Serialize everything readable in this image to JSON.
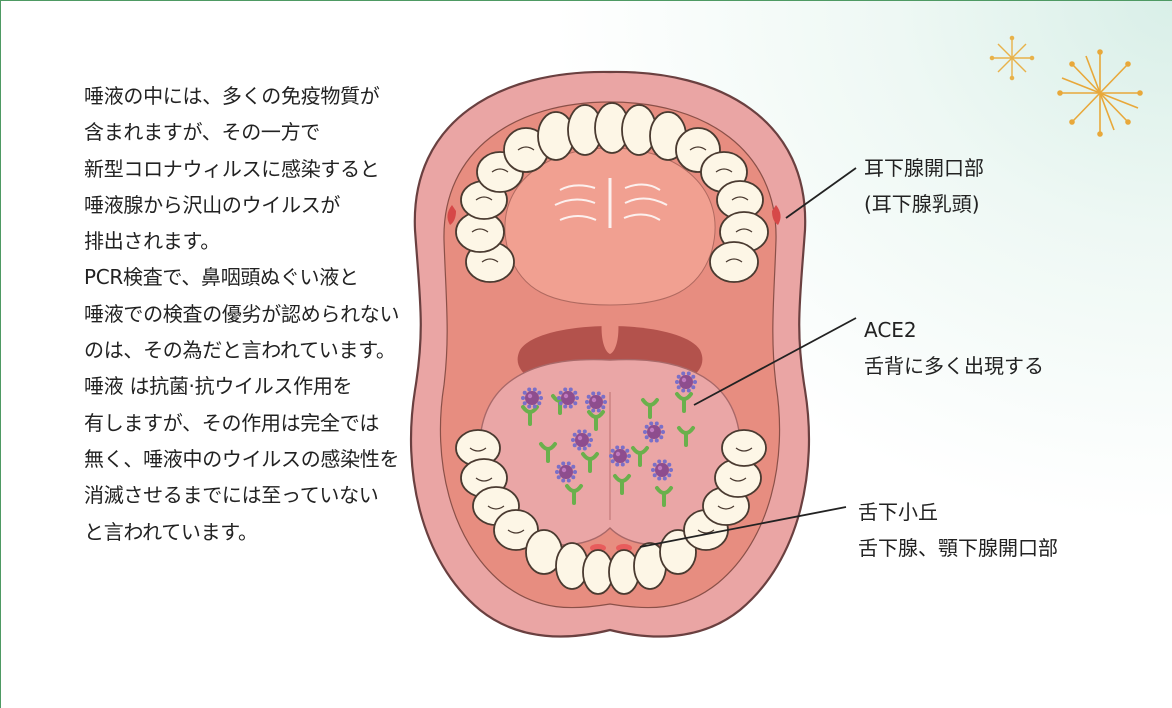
{
  "text_lines": [
    "唾液の中には、多くの免疫物質が",
    "含まれますが、その一方で",
    "新型コロナウィルスに感染すると",
    "唾液腺から沢山のウイルスが",
    "排出されます。",
    "PCR検査で、鼻咽頭ぬぐい液と",
    "唾液での検査の優劣が認められない",
    "のは、その為だと言われています。",
    "唾液 は抗菌·抗ウイルス作用を",
    "有しますが、その作用は完全では",
    "無く、唾液中のウイルスの感染性を",
    "消滅させるまでには至っていない",
    "と言われています。"
  ],
  "labels": {
    "parotid": {
      "line1": "耳下腺開口部",
      "line2": "(耳下腺乳頭)"
    },
    "ace2": {
      "line1": "ACE2",
      "line2": "舌背に多く出現する"
    },
    "sublingual": {
      "line1": "舌下小丘",
      "line2": "舌下腺、顎下腺開口部"
    }
  },
  "colors": {
    "frame_border": "#4e9a63",
    "lip": "#e8a3a3",
    "mouth_inner": "#e88f82",
    "tongue": "#eaa6a6",
    "tooth": "#fdf6e6",
    "receptor": "#6ab04c",
    "virus": "#8e4d8e",
    "sparkle": "#e8b24a"
  }
}
